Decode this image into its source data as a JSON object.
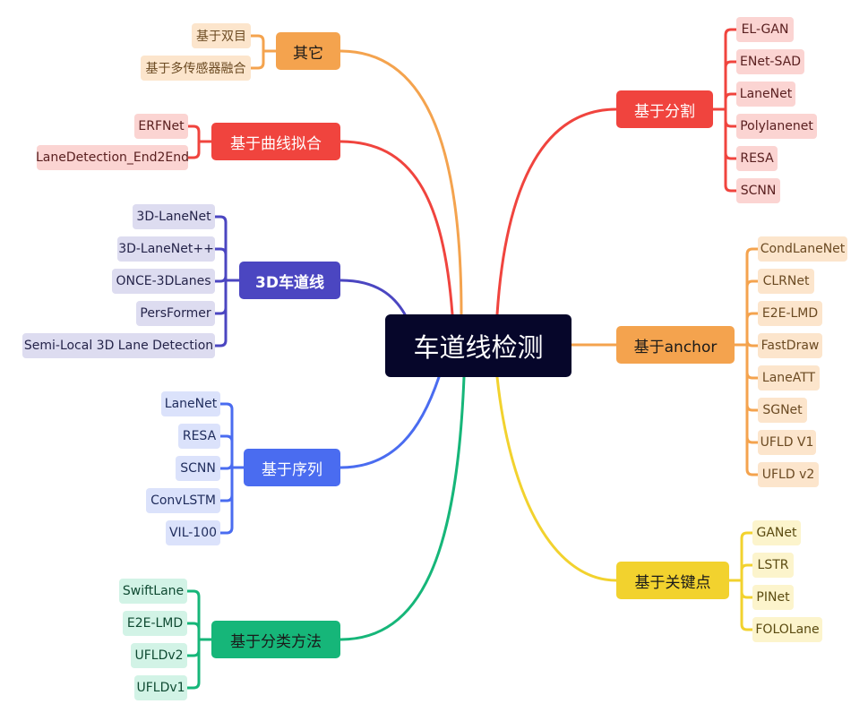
{
  "root": {
    "label": "车道线检测"
  },
  "branches": {
    "qita": {
      "label": "其它",
      "color": "#f4a34e",
      "leaves": [
        "基于双目",
        "基于多传感器融合"
      ]
    },
    "quxian": {
      "label": "基于曲线拟合",
      "color": "#f0443e",
      "leaves": [
        "ERFNet",
        "LaneDetection_End2End"
      ]
    },
    "threed": {
      "label": "3D车道线",
      "color": "#4b46c1",
      "leaves": [
        "3D-LaneNet",
        "3D-LaneNet++",
        "ONCE-3DLanes",
        "PersFormer",
        "Semi-Local 3D Lane Detection"
      ]
    },
    "xulie": {
      "label": "基于序列",
      "color": "#4a6cf0",
      "leaves": [
        "LaneNet",
        "RESA",
        "SCNN",
        "ConvLSTM",
        "VIL-100"
      ]
    },
    "fenlei": {
      "label": "基于分类方法",
      "color": "#16b679",
      "leaves": [
        "SwiftLane",
        "E2E-LMD",
        "UFLDv2",
        "UFLDv1"
      ]
    },
    "fenge": {
      "label": "基于分割",
      "color": "#f0443e",
      "leaves": [
        "EL-GAN",
        "ENet-SAD",
        "LaneNet",
        "Polylanenet",
        "RESA",
        "SCNN"
      ]
    },
    "anchor": {
      "label": "基于anchor",
      "color": "#f4a34e",
      "leaves": [
        "CondLaneNet",
        "CLRNet",
        "E2E-LMD",
        "FastDraw",
        "LaneATT",
        "SGNet",
        "UFLD V1",
        "UFLD v2"
      ]
    },
    "guanjian": {
      "label": "基于关键点",
      "color": "#f2d22e",
      "leaves": [
        "GANet",
        "LSTR",
        "PINet",
        "FOLOLane"
      ]
    }
  }
}
